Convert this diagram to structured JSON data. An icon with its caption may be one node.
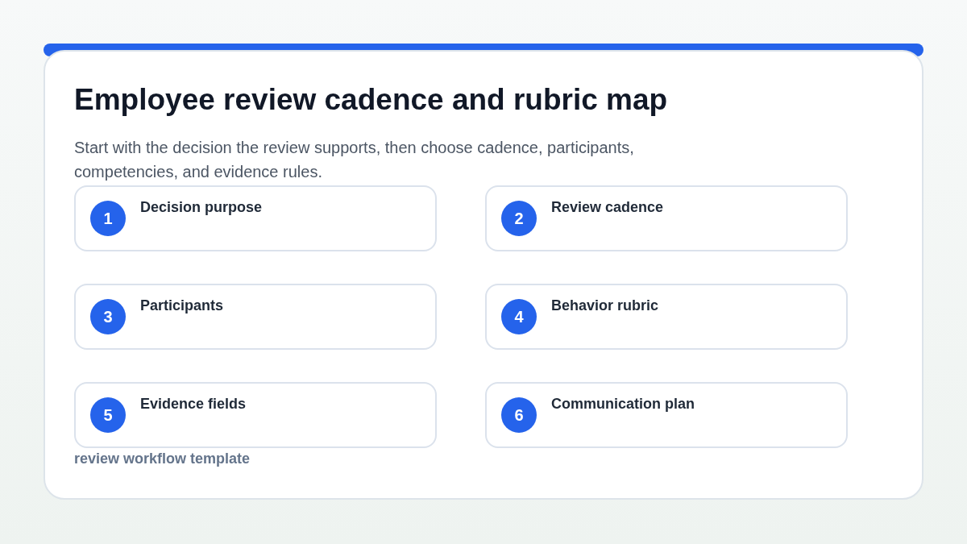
{
  "diagram": {
    "title": "Employee review cadence and rubric map",
    "nodes": [
      {
        "text": [
          "Decision purpose"
        ]
      },
      {
        "text": [
          "1"
        ],
        "in": 0
      },
      {
        "text": [
          "Review cadence"
        ]
      },
      {
        "text": [
          "2"
        ],
        "in": 2
      },
      {
        "text": [
          "Participants"
        ]
      },
      {
        "text": [
          "3"
        ],
        "in": 4
      },
      {
        "text": [
          "Behavior rubric"
        ]
      },
      {
        "text": [
          "4"
        ],
        "in": 6
      },
      {
        "text": [
          "Evidence fields"
        ]
      },
      {
        "text": [
          "5"
        ],
        "in": 8
      },
      {
        "text": [
          "Communication plan"
        ]
      },
      {
        "text": [
          "6"
        ],
        "in": 10
      }
    ],
    "labels": [
      "Start with the decision the review supports, then choose cadence, participants, competencies, and evidence rules.",
      "review workflow template"
    ]
  }
}
